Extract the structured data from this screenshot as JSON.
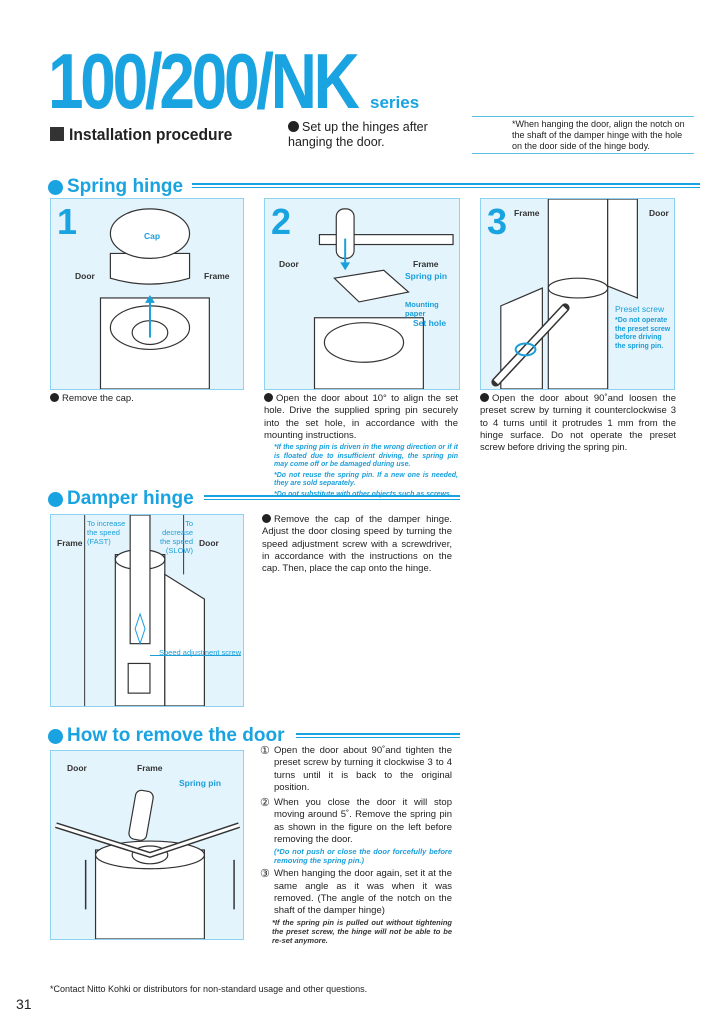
{
  "header": {
    "title": "100/200/NK",
    "series": "series",
    "procedure": "Installation procedure",
    "setup": "Set up the hinges after hanging the door.",
    "note": "*When hanging the door, align the notch on the shaft of the damper hinge with the hole on the door side of the hinge body."
  },
  "spring": {
    "heading": "Spring hinge",
    "step1": {
      "num": "1",
      "labels": {
        "cap": "Cap",
        "door": "Door",
        "frame": "Frame"
      },
      "caption": "Remove the cap."
    },
    "step2": {
      "num": "2",
      "labels": {
        "door": "Door",
        "frame": "Frame",
        "spring_pin": "Spring pin",
        "mounting_paper": "Mounting paper",
        "set_hole": "Set hole"
      },
      "caption": "Open the door about 10° to align the set hole. Drive the supplied spring pin securely into the set hole, in accordance with the mounting instructions.",
      "warnings": [
        "*If the spring pin is driven in the wrong direction or if it is floated due to insufficient driving, the spring pin may come off or be damaged during use.",
        "*Do not reuse the spring pin. If a new one is needed, they are sold separately.",
        "*Do not substitute with other objects such as screws."
      ]
    },
    "step3": {
      "num": "3",
      "labels": {
        "frame": "Frame",
        "door": "Door",
        "preset_screw": "Preset screw",
        "preset_note": "*Do not operate the preset screw before driving the spring pin."
      },
      "caption": "Open the door about 90˚and loosen the preset screw by turning it counterclockwise 3 to 4 turns until it protrudes 1 mm from the hinge surface. Do not operate the preset screw before driving the spring pin."
    }
  },
  "damper": {
    "heading": "Damper hinge",
    "labels": {
      "frame": "Frame",
      "door": "Door",
      "increase": "To increase the speed (FAST)",
      "decrease": "To decrease the speed (SLOW)",
      "screw": "Speed adjustment screw"
    },
    "caption": "Remove the cap of the damper hinge. Adjust the door closing speed by turning the speed adjustment screw with a screwdriver, in accordance with the instructions on the cap. Then, place the cap onto the hinge."
  },
  "remove": {
    "heading": "How to remove the door",
    "labels": {
      "door": "Door",
      "frame": "Frame",
      "spring_pin": "Spring pin"
    },
    "steps": [
      {
        "n": "①",
        "text": "Open the door about 90˚and tighten the preset screw by turning it clockwise 3 to 4 turns until it is back to the original position."
      },
      {
        "n": "②",
        "text": "When you close the door it will stop moving around 5˚. Remove the spring pin as shown in the figure on the left before removing the door.",
        "warn": "(*Do not push or close the door forcefully before removing the spring pin.)"
      },
      {
        "n": "③",
        "text": "When hanging the door again, set it at the same angle as it was when it was removed. (The angle of the notch on the shaft of the damper hinge)",
        "note": "*If the spring pin is pulled out without tightening the preset screw, the hinge will not be able to be re-set anymore."
      }
    ]
  },
  "footer": {
    "note": "*Contact Nitto Kohki or distributors for non-standard usage and other questions.",
    "page": "31"
  }
}
